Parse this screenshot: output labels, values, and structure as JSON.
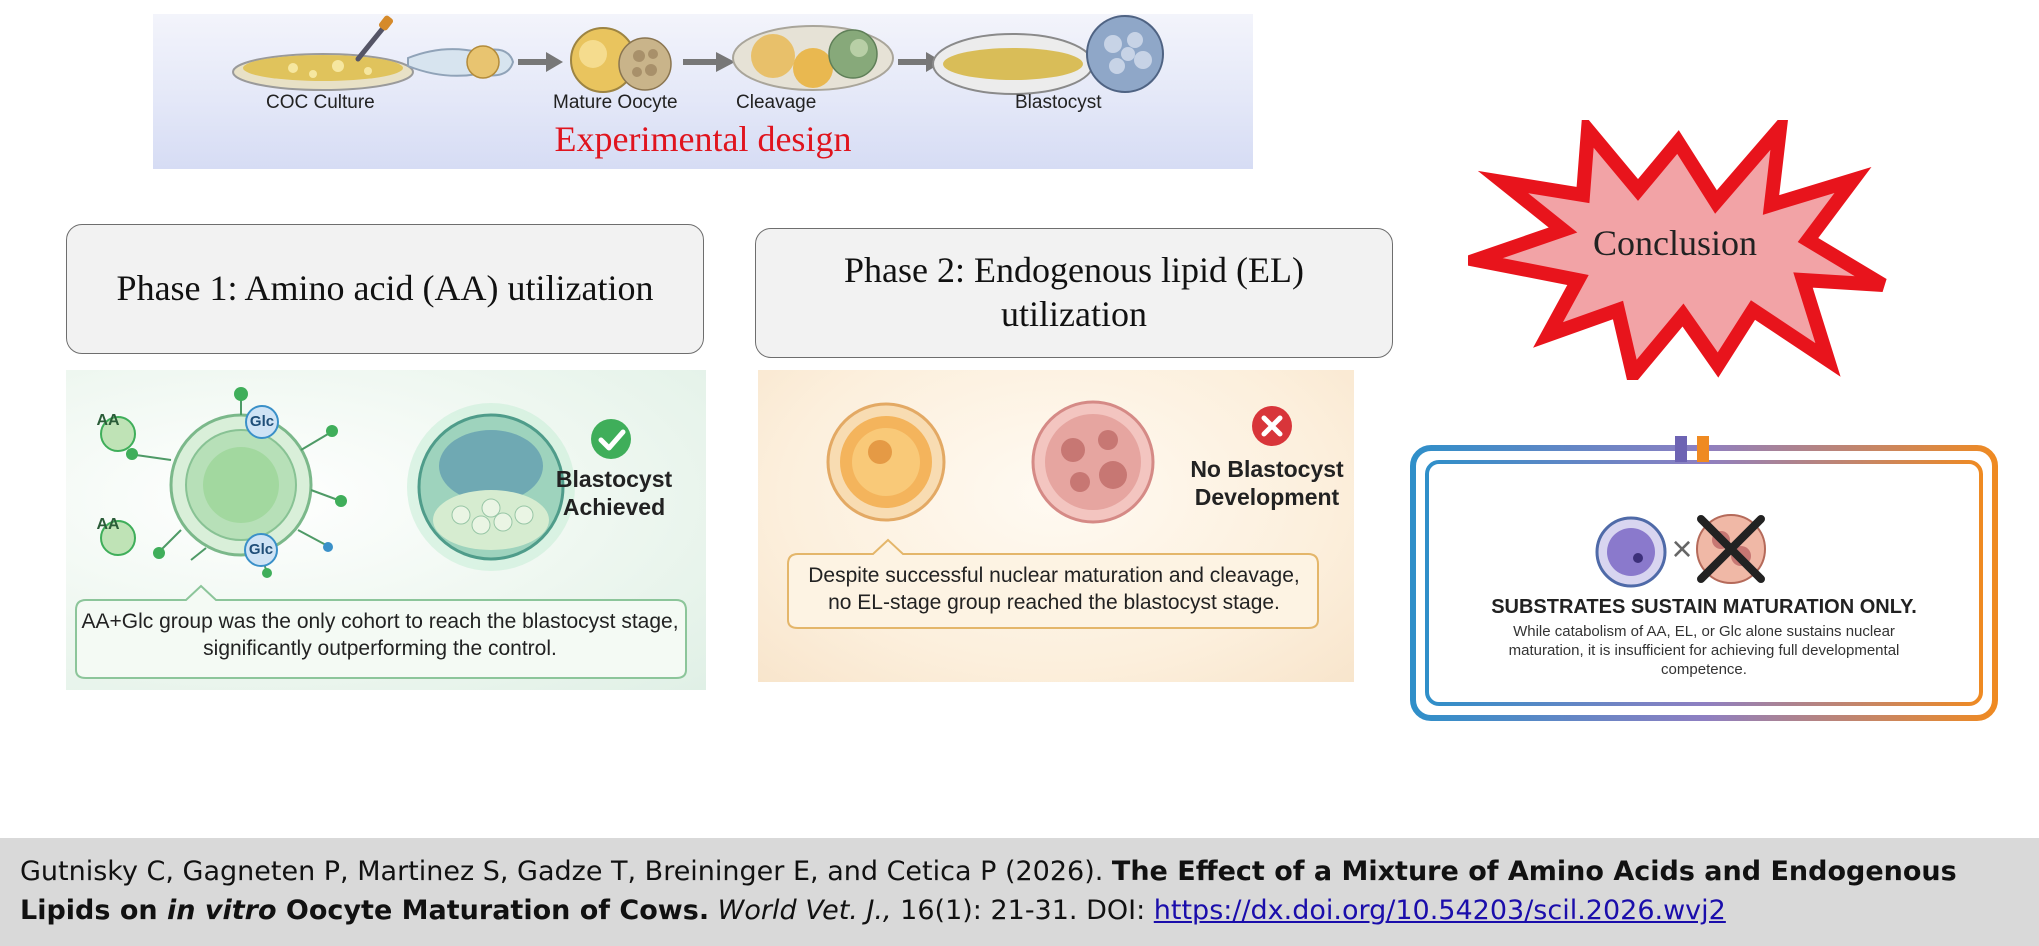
{
  "banner": {
    "stages": [
      "COC Culture",
      "Mature Oocyte",
      "Cleavage",
      "Blastocyst"
    ],
    "title": "Experimental design"
  },
  "phase1": {
    "title": "Phase 1: Amino acid (AA) utilization",
    "labels": {
      "aa": "AA",
      "glc": "Glc"
    },
    "status": "Blastocyst Achieved",
    "caption": "AA+Glc group was the only cohort to reach the blastocyst stage, significantly outperforming the control."
  },
  "phase2": {
    "title": "Phase 2: Endogenous lipid (EL) utilization",
    "status": "No Blastocyst Development",
    "caption": "Despite successful nuclear maturation and cleavage, no EL-stage group reached the blastocyst stage."
  },
  "conclusion": {
    "label": "Conclusion",
    "headline": "SUBSTRATES SUSTAIN MATURATION ONLY.",
    "body": "While catabolism of AA, EL, or Glc alone sustains nuclear maturation, it is insufficient for achieving full developmental competence.",
    "times": "×"
  },
  "citation": {
    "authors": "Gutnisky C, Gagneten P, Martinez S, Gadze T, Breininger E, and Cetica P (2026). ",
    "title_a": "The Effect of a Mixture of Amino Acids and Endogenous Lipids on ",
    "title_italic": "in vitro",
    "title_b": " Oocyte Maturation of Cows.",
    "journal": "World Vet. J.,",
    "volume": " 16(1): 21-31. DOI: ",
    "doi": "https://dx.doi.org/10.54203/scil.2026.wvj2"
  },
  "colors": {
    "banner_title": "#e0141e",
    "starburst": "#e8141c",
    "starburst_fill": "#f2a3a6",
    "phase1_accent": "#3fae5a",
    "phase2_accent": "#d8353a",
    "link": "#1a0dab"
  }
}
